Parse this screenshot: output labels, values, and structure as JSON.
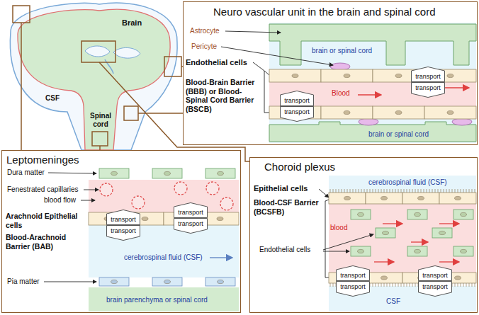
{
  "diagram": {
    "nodes": [
      {
        "text": [
          "Neuro vascular unit in the brain and spinal cord"
        ]
      },
      {
        "text": [
          "transport"
        ],
        "in": 0
      },
      {
        "text": [
          "transport"
        ],
        "in": 0
      },
      {
        "text": [
          "transport"
        ],
        "in": 0
      },
      {
        "text": [
          "transport"
        ],
        "in": 0
      },
      {
        "text": [
          "Leptomeninges"
        ]
      },
      {
        "text": [
          "transport"
        ],
        "in": 5
      },
      {
        "text": [
          "transport"
        ],
        "in": 5
      },
      {
        "text": [
          "transport"
        ],
        "in": 5
      },
      {
        "text": [
          "transport"
        ],
        "in": 5
      },
      {
        "text": [
          "Choroid plexus"
        ]
      },
      {
        "text": [
          "transport"
        ],
        "in": 10
      },
      {
        "text": [
          "transport"
        ],
        "in": 10
      },
      {
        "text": [
          "transport"
        ],
        "in": 10
      },
      {
        "text": [
          "transport"
        ],
        "in": 10
      }
    ],
    "labels": [
      "Brain",
      "CSF",
      "Spinal cord",
      "Astrocyte",
      "brain or spinal cord",
      "Pericyte",
      "Endothelial cells",
      "Blood-Brain Barrier (BBB) or Blood-Spinal Cord Barrier (BSCB)",
      "Blood",
      "brain or spinal cord",
      "Dura matter",
      "Fenestrated capillaries",
      "blood flow",
      "Arachnoid Epithelial cells",
      "Blood-Arachnoid Barrier (BAB)",
      "cerebrospinal fluid (CSF)",
      "Pia matter",
      "brain parenchyma or spinal cord",
      "cerebrospinal fluid (CSF)",
      "Epithelial cells",
      "Blood-CSF Barrier (BCSFB)",
      "blood",
      "Endothelial cells",
      "CSF"
    ]
  }
}
